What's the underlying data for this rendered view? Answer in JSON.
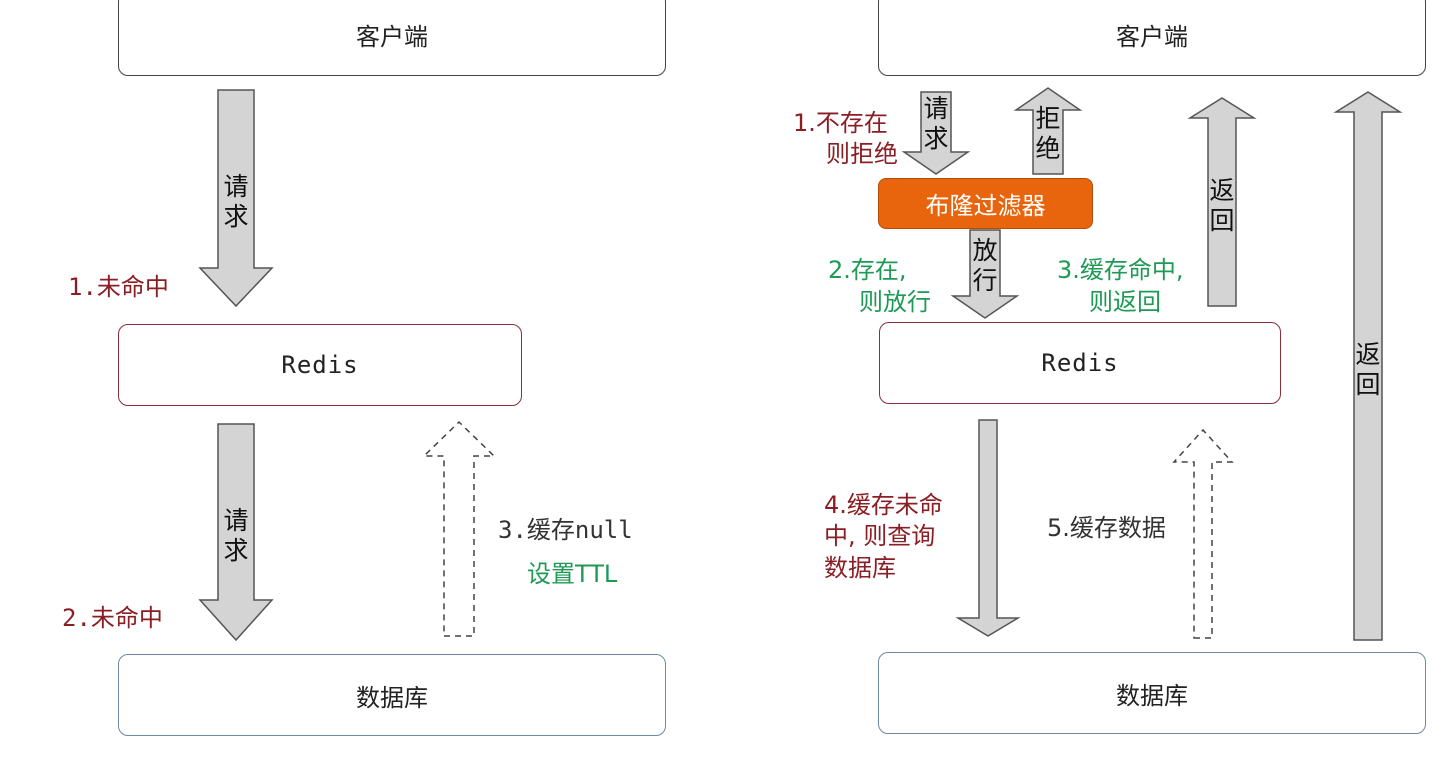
{
  "left": {
    "client": "客户端",
    "redis": "Redis",
    "db": "数据库",
    "arrow1_text": "请求",
    "arrow2_text": "请求",
    "miss1": "1.未命中",
    "miss2": "2.未命中",
    "cache_null": "3.缓存null",
    "set_ttl": "设置TTL"
  },
  "right": {
    "client": "客户端",
    "bloom": "布隆过滤器",
    "redis": "Redis",
    "db": "数据库",
    "request_text": "请求",
    "reject_text": "拒绝",
    "pass_text": "放行",
    "return_text_1": "返回",
    "return_text_2": "返回",
    "not_exist_l1": "1.不存在",
    "not_exist_l2": "则拒绝",
    "exist_l1": "2.存在,",
    "exist_l2": "则放行",
    "hit_l1": "3.缓存命中,",
    "hit_l2": "则返回",
    "miss_l1": "4.缓存未命",
    "miss_l2": "中, 则查询",
    "miss_l3": "数据库",
    "cache_data": "5.缓存数据"
  },
  "colors": {
    "red_label": "#8b1e24",
    "green_label": "#1e9a55",
    "bloom_fill": "#e8650e",
    "arrow_fill": "#d4d4d4",
    "arrow_stroke": "#555555"
  }
}
